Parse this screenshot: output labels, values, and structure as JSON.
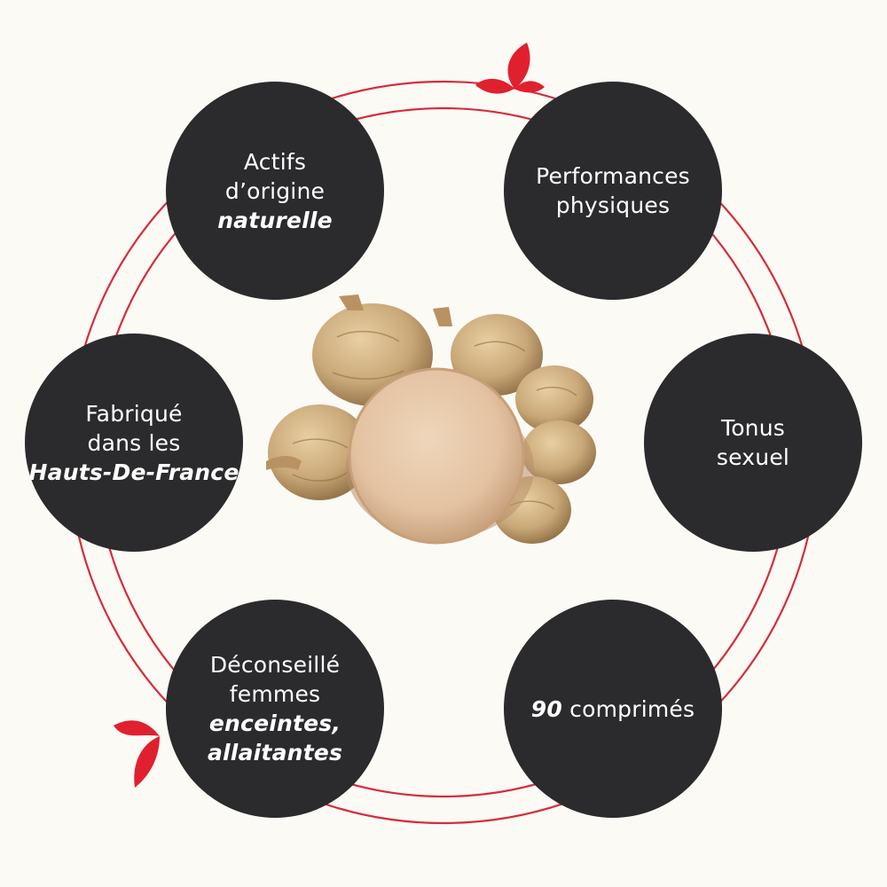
{
  "colors": {
    "background": "#fbfaf5",
    "bubble": "#2b2a2c",
    "ring": "#d62c3a",
    "leaf": "#e0202e",
    "tablet": "#e3c2a1",
    "root": "#c9a878"
  },
  "center_image": {
    "icon": "maca-root-and-tablet-illustration"
  },
  "bubbles": {
    "actifs": {
      "line1": "Actifs",
      "line2": "d’origine",
      "line3": "naturelle"
    },
    "performances": {
      "line1": "Performances",
      "line2": "physiques"
    },
    "fabrique": {
      "line1": "Fabriqué",
      "line2": "dans les",
      "line3": "Hauts-De-France"
    },
    "tonus": {
      "line1": "Tonus",
      "line2": "sexuel"
    },
    "deconseille": {
      "line1": "Déconseillé",
      "line2": "femmes",
      "line3": "enceintes,",
      "line4": "allaitantes"
    },
    "comprimes": {
      "number": "90",
      "label": "comprimés"
    }
  }
}
